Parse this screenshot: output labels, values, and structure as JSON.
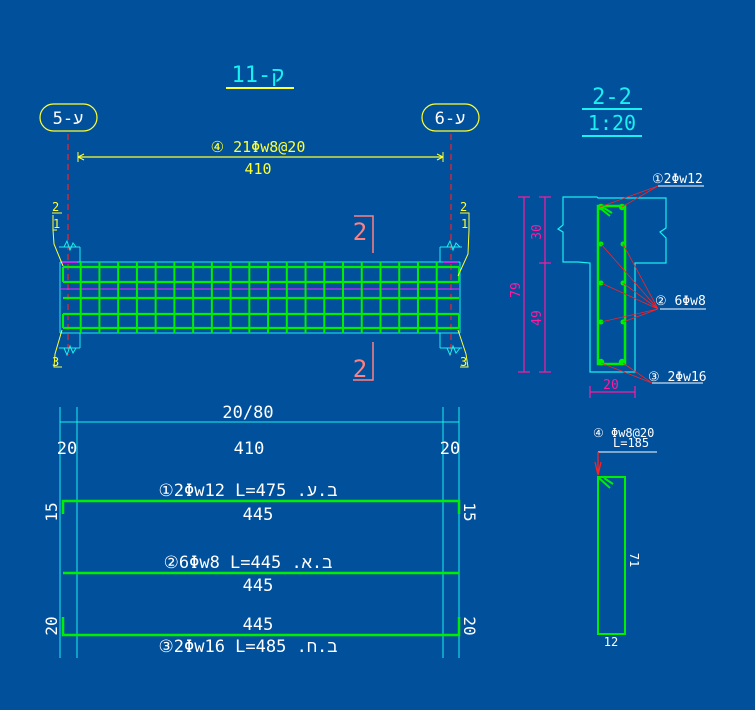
{
  "colors": {
    "background": "#00509c",
    "cyan": "#19f0f0",
    "yellow": "#ffff30",
    "green": "#00ee00",
    "red": "#ff2020",
    "magenta": "#ff1aa0",
    "pink": "#ff8080",
    "white": "#ffffff"
  },
  "elevation": {
    "title": "11-ק",
    "axis_left": "5-ע",
    "axis_right": "6-ע",
    "stirrup_label": "④ 21Φw8@20",
    "span": "410",
    "section_mark": "2",
    "end_marks": {
      "top": "2",
      "mid": "1",
      "bottom": "3"
    },
    "stirrup_count": 21
  },
  "section": {
    "title": "2-2",
    "scale": "1:20",
    "dim_total": "79",
    "dim_top": "30",
    "dim_bottom": "49",
    "dim_width": "20",
    "bar1": "①2Φw12",
    "bar2": "② 6Φw8",
    "bar3": "③ 2Φw16"
  },
  "schedule": {
    "overall": "20/80",
    "left_support": "20",
    "clear_span": "410",
    "right_support": "20",
    "bar1_label": "①2Φw12 L=475 .ע.ב",
    "bar1_length": "445",
    "bar1_hook": "15",
    "bar2_label": "②6Φw8 L=445 .א.ב",
    "bar2_length": "445",
    "bar3_length": "445",
    "bar3_label": "③2Φw16 L=485 .ח.ב",
    "bar3_hook": "20"
  },
  "stirrup_detail": {
    "label": "④ Φw8@20",
    "length": "L=185",
    "height": "71",
    "width": "12"
  }
}
